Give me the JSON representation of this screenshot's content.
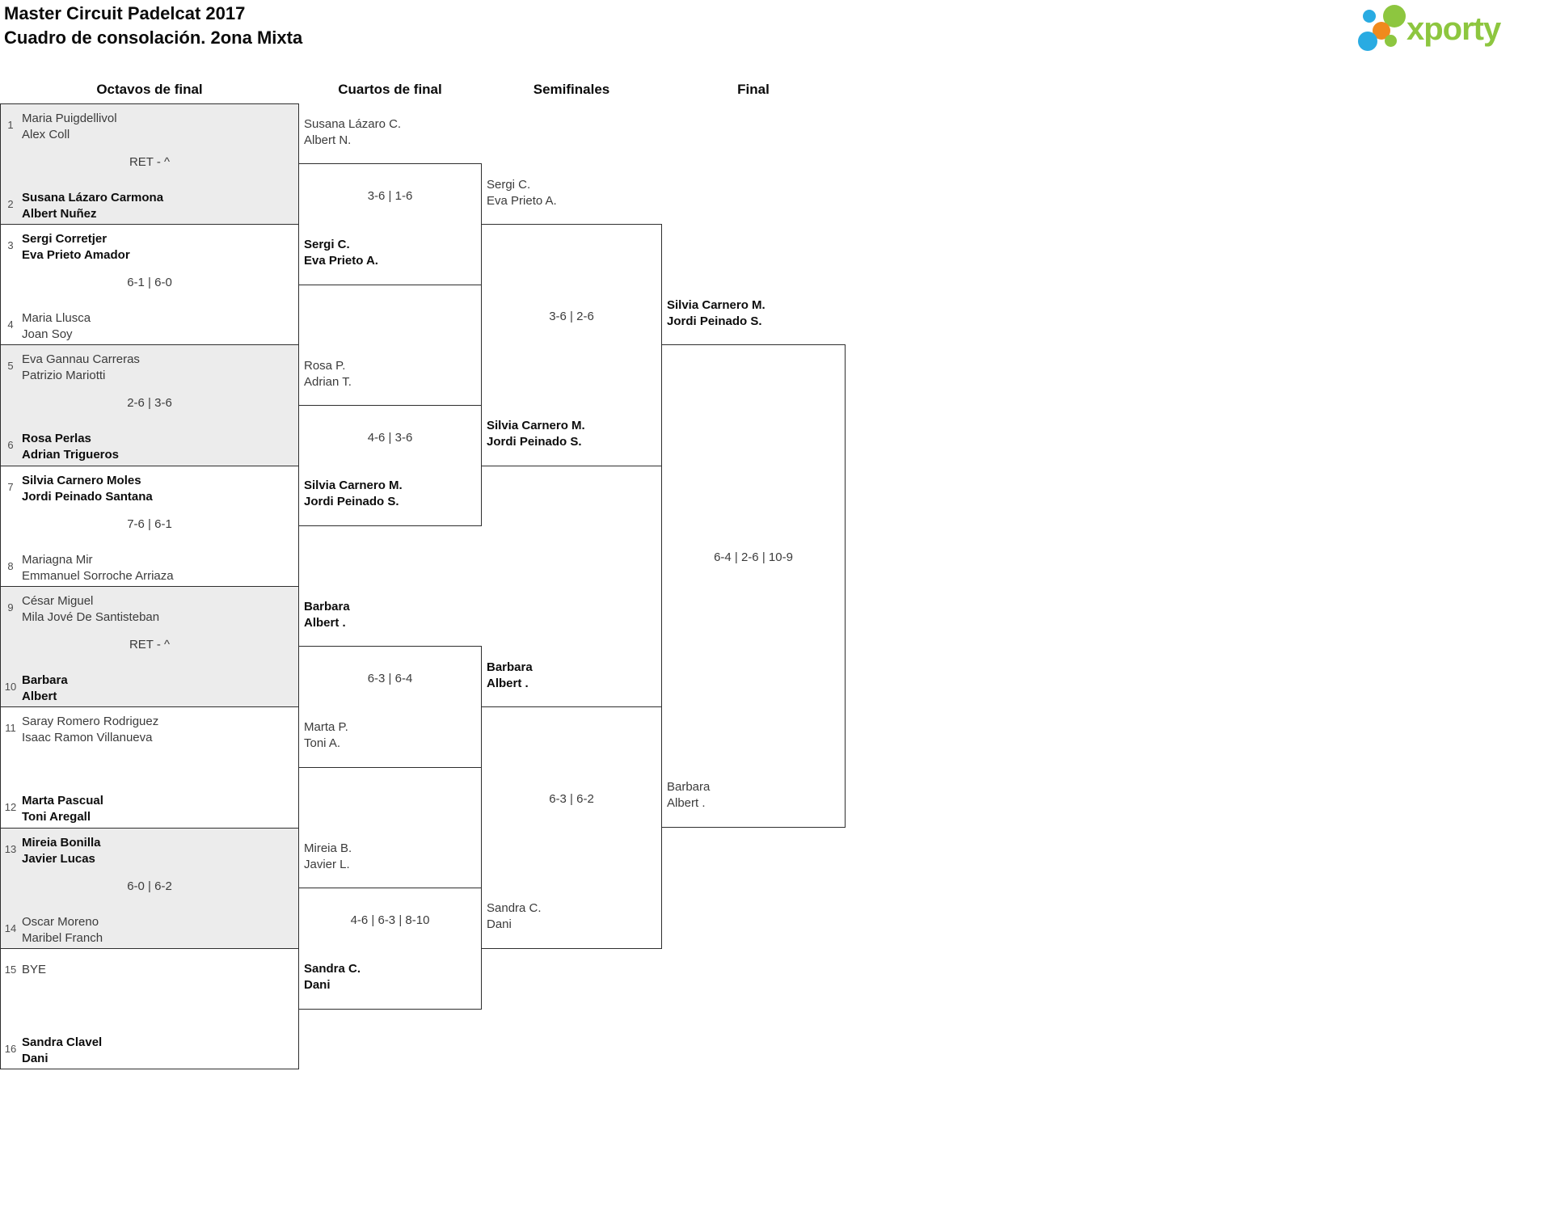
{
  "header": {
    "title_line1": "Master Circuit Padelcat 2017",
    "title_line2": "Cuadro de consolación. 2ona Mixta",
    "logo_text": "xporty"
  },
  "brand": {
    "logo_green": "#8dc63f",
    "logo_blue": "#29abe2",
    "logo_orange": "#f08a1d",
    "shaded_row": "#ececec",
    "border": "#2e2e2e"
  },
  "round_headers": {
    "r16": "Octavos de final",
    "qf": "Cuartos de final",
    "sf": "Semifinales",
    "final": "Final"
  },
  "r16": [
    {
      "seed_a": "1",
      "team_a": [
        "Maria Puigdellivol",
        "Alex Coll"
      ],
      "score": "RET - ^",
      "seed_b": "2",
      "team_b": [
        "Susana Lázaro Carmona",
        "Albert Nuñez"
      ],
      "winner": "B"
    },
    {
      "seed_a": "3",
      "team_a": [
        "Sergi Corretjer",
        "Eva Prieto Amador"
      ],
      "score": "6-1 | 6-0",
      "seed_b": "4",
      "team_b": [
        "Maria Llusca",
        "Joan Soy"
      ],
      "winner": "A"
    },
    {
      "seed_a": "5",
      "team_a": [
        "Eva Gannau Carreras",
        "Patrizio Mariotti"
      ],
      "score": "2-6 | 3-6",
      "seed_b": "6",
      "team_b": [
        "Rosa Perlas",
        "Adrian Trigueros"
      ],
      "winner": "B"
    },
    {
      "seed_a": "7",
      "team_a": [
        "Silvia Carnero Moles",
        "Jordi Peinado Santana"
      ],
      "score": "7-6 | 6-1",
      "seed_b": "8",
      "team_b": [
        "Mariagna Mir",
        "Emmanuel Sorroche Arriaza"
      ],
      "winner": "A"
    },
    {
      "seed_a": "9",
      "team_a": [
        "César Miguel",
        "Mila Jové De Santisteban"
      ],
      "score": "RET - ^",
      "seed_b": "10",
      "team_b": [
        "Barbara",
        "Albert"
      ],
      "winner": "B"
    },
    {
      "seed_a": "11",
      "team_a": [
        "Saray Romero Rodriguez",
        "Isaac Ramon Villanueva"
      ],
      "score": "",
      "seed_b": "12",
      "team_b": [
        "Marta Pascual",
        "Toni Aregall"
      ],
      "winner": "B"
    },
    {
      "seed_a": "13",
      "team_a": [
        "Mireia Bonilla",
        "Javier Lucas"
      ],
      "score": "6-0 | 6-2",
      "seed_b": "14",
      "team_b": [
        "Oscar Moreno",
        "Maribel Franch"
      ],
      "winner": "A"
    },
    {
      "seed_a": "15",
      "team_a": [
        "BYE"
      ],
      "score": "",
      "seed_b": "16",
      "team_b": [
        "Sandra Clavel",
        "Dani"
      ],
      "winner": "B"
    }
  ],
  "qf": [
    {
      "team_top": [
        "Susana Lázaro C.",
        "Albert N."
      ],
      "score": "3-6 | 1-6",
      "team_bottom": [
        "Sergi C.",
        "Eva Prieto A."
      ],
      "winner": "bottom"
    },
    {
      "team_top": [
        "Rosa P.",
        "Adrian T."
      ],
      "score": "4-6 | 3-6",
      "team_bottom": [
        "Silvia Carnero M.",
        "Jordi Peinado S."
      ],
      "winner": "bottom"
    },
    {
      "team_top": [
        "Barbara",
        "Albert ."
      ],
      "score": "6-3 | 6-4",
      "team_bottom": [
        "Marta P.",
        "Toni A."
      ],
      "winner": "top"
    },
    {
      "team_top": [
        "Mireia B.",
        "Javier L."
      ],
      "score": "4-6 | 6-3 | 8-10",
      "team_bottom": [
        "Sandra C.",
        "Dani"
      ],
      "winner": "bottom"
    }
  ],
  "sf": [
    {
      "team_top": [
        "Sergi C.",
        "Eva Prieto A."
      ],
      "score": "3-6 | 2-6",
      "team_bottom": [
        "Silvia Carnero M.",
        "Jordi Peinado S."
      ],
      "winner": "bottom"
    },
    {
      "team_top": [
        "Barbara",
        "Albert ."
      ],
      "score": "6-3 | 6-2",
      "team_bottom": [
        "Sandra C.",
        "Dani"
      ],
      "winner": "top"
    }
  ],
  "fin": {
    "team_top": [
      "Silvia Carnero M.",
      "Jordi Peinado S."
    ],
    "score": "6-4 | 2-6 | 10-9",
    "team_bottom": [
      "Barbara",
      "Albert ."
    ],
    "winner": "top"
  }
}
